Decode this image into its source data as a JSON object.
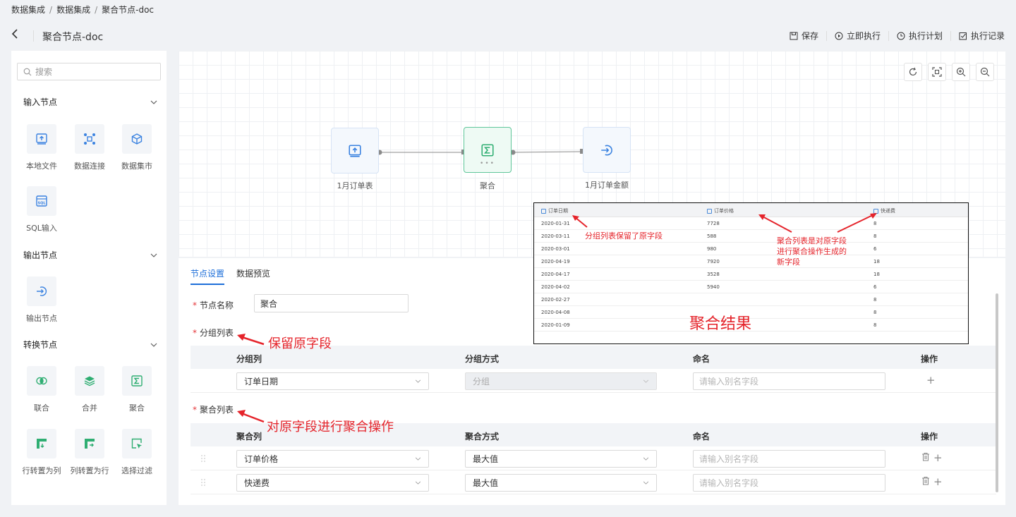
{
  "breadcrumb": [
    "数据集成",
    "数据集成",
    "聚合节点-doc"
  ],
  "header": {
    "title": "聚合节点-doc",
    "actions": [
      {
        "label": "保存",
        "icon": "save-icon"
      },
      {
        "label": "立即执行",
        "icon": "play-circle-icon"
      },
      {
        "label": "执行计划",
        "icon": "clock-icon"
      },
      {
        "label": "执行记录",
        "icon": "record-icon"
      }
    ]
  },
  "sidebar": {
    "search_placeholder": "搜索",
    "input_section": "输入节点",
    "input_nodes": [
      {
        "label": "本地文件",
        "icon": "upload-file-icon"
      },
      {
        "label": "数据连接",
        "icon": "connection-icon"
      },
      {
        "label": "数据集市",
        "icon": "cube-icon"
      },
      {
        "label": "SQL输入",
        "icon": "sql-icon"
      }
    ],
    "output_section": "输出节点",
    "output_nodes": [
      {
        "label": "输出节点",
        "icon": "output-icon"
      }
    ],
    "transform_section": "转换节点",
    "transform_nodes": [
      {
        "label": "联合",
        "icon": "join-icon"
      },
      {
        "label": "合并",
        "icon": "layers-icon"
      },
      {
        "label": "聚合",
        "icon": "sigma-icon"
      },
      {
        "label": "行转置为列",
        "icon": "row-to-col-icon"
      },
      {
        "label": "列转置为行",
        "icon": "col-to-row-icon"
      },
      {
        "label": "选择过滤",
        "icon": "filter-select-icon"
      }
    ]
  },
  "canvas": {
    "nodes": [
      {
        "label": "1月订单表",
        "icon": "upload-file-icon"
      },
      {
        "label": "聚合",
        "icon": "sigma-icon"
      },
      {
        "label": "1月订单金额",
        "icon": "output-icon"
      }
    ],
    "tools": [
      "refresh-icon",
      "fit-screen-icon",
      "zoom-in-icon",
      "zoom-out-icon"
    ]
  },
  "panel": {
    "tabs": [
      "节点设置",
      "数据预览"
    ],
    "node_name_label": "节点名称",
    "node_name_value": "聚合",
    "group_section": "分组列表",
    "group_headers": [
      "分组列",
      "分组方式",
      "命名",
      "操作"
    ],
    "group_rows": [
      {
        "column": "订单日期",
        "method": "分组",
        "alias_placeholder": "请输入别名字段"
      }
    ],
    "agg_section": "聚合列表",
    "agg_headers": [
      "聚合列",
      "聚合方式",
      "命名",
      "操作"
    ],
    "agg_rows": [
      {
        "column": "订单价格",
        "method": "最大值",
        "alias_placeholder": "请输入别名字段"
      },
      {
        "column": "快递费",
        "method": "最大值",
        "alias_placeholder": "请输入别名字段"
      }
    ]
  },
  "annotations": {
    "keep_fields": "保留原字段",
    "agg_op": "对原字段进行聚合操作",
    "group_kept": "分组列表保留了原字段",
    "agg_new_1": "聚合列表是对原字段",
    "agg_new_2": "进行聚合操作生成的",
    "agg_new_3": "新字段",
    "result_title": "聚合结果"
  },
  "result_table": {
    "headers": [
      "订单日期",
      "订单价格",
      "快递费"
    ],
    "rows": [
      [
        "2020-01-31",
        "7728",
        "8"
      ],
      [
        "2020-03-11",
        "588",
        "8"
      ],
      [
        "2020-03-01",
        "980",
        "6"
      ],
      [
        "2020-04-19",
        "7920",
        "18"
      ],
      [
        "2020-04-17",
        "3528",
        "18"
      ],
      [
        "2020-04-02",
        "5940",
        "6"
      ],
      [
        "2020-02-27",
        "",
        "8"
      ],
      [
        "2020-04-08",
        "",
        "8"
      ],
      [
        "2020-01-09",
        "",
        "8"
      ]
    ]
  },
  "colors": {
    "accent": "#1e6fd9",
    "green": "#2fae72",
    "annotation": "#e5242b"
  }
}
